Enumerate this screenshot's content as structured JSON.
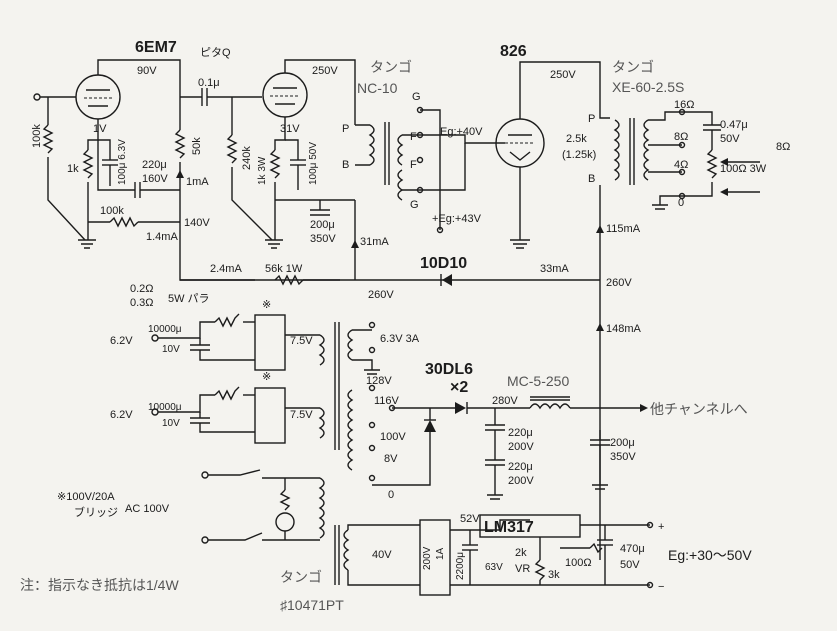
{
  "tubes": {
    "v1": "6EM7",
    "v2": "826",
    "piq": "ピタQ"
  },
  "labels": {
    "v90": "90V",
    "v250a": "250V",
    "v250b": "250V",
    "c01": "0.1μ",
    "r100k_a": "100k",
    "r1k": "1k",
    "v1v": "1V",
    "c100_63": "100μ 6.3V",
    "c220_160a": "220μ",
    "c220_160b": "160V",
    "r50k": "50k",
    "i1ma": "1mA",
    "r100k_b": "100k",
    "i14ma": "1.4mA",
    "v140": "140V",
    "r240k": "240k",
    "v31": "31V",
    "r1k3w": "1k 3W",
    "c100_50": "100μ 50V",
    "c200_350a": "200μ",
    "c200_350b": "350V",
    "i31ma": "31mA",
    "i24ma": "2.4mA",
    "r56k": "56k 1W",
    "v260a": "260V",
    "tango1": "タンゴ",
    "nc10": "NC-10",
    "pinP": "P",
    "pinB": "B",
    "pinG1": "G",
    "pinF1": "F",
    "pinF2": "F",
    "pinG2": "G",
    "eg40": "Eg:+40V",
    "eg43": "+Eg:+43V",
    "tango2": "タンゴ",
    "xe60": "XE-60-2.5S",
    "o16": "16Ω",
    "o8": "8Ω",
    "o4": "4Ω",
    "o0": "0",
    "p2": "P",
    "imp25": "2.5k",
    "imp125": "(1.25k)",
    "b2": "B",
    "c047a": "0.47μ",
    "c047b": "50V",
    "r100_3w": "100Ω 3W",
    "out8": "8Ω",
    "i115": "115mA",
    "diode1": "10D10",
    "i33": "33mA",
    "v260b": "260V",
    "i148": "148mA",
    "r02": "0.2Ω",
    "r03": "0.3Ω",
    "w5para": "5W パラ",
    "mark1": "※",
    "mark2": "※",
    "v62a": "6.2V",
    "c10000a": "10000μ",
    "v10a": "10V",
    "v75a": "7.5V",
    "v63_3a": "6.3V 3A",
    "v62b": "6.2V",
    "c10000b": "10000μ",
    "v10b": "10V",
    "v75b": "7.5V",
    "v128": "128V",
    "v116": "116V",
    "v100": "100V",
    "v8": "8V",
    "v0": "0",
    "diode2a": "30DL6",
    "diode2b": "×2",
    "v280": "280V",
    "mc5": "MC-5-250",
    "c220_200a": "220μ",
    "c220_200b": "200V",
    "c220_200c": "220μ",
    "c220_200d": "200V",
    "c200_350c": "200μ",
    "c200_350d": "350V",
    "other_ch": "他チャンネルへ",
    "bridge_note1": "※100V/20A",
    "bridge_note2": "ブリッジ",
    "ac100": "AC 100V",
    "v40": "40V",
    "br_a": "200V",
    "br_b": "1A",
    "c2200": "2200μ",
    "v63": "63V",
    "v52": "52V",
    "lm317": "LM317",
    "r2k": "2k",
    "vr": "VR",
    "r3k": "3k",
    "r100": "100Ω",
    "c470a": "470μ",
    "c470b": "50V",
    "plus": "+",
    "minus": "−",
    "eg_range": "Eg:+30〜50V",
    "tango3": "タンゴ",
    "pt": "♯10471PT",
    "note": "注：指示なき抵抗は1/4W"
  }
}
